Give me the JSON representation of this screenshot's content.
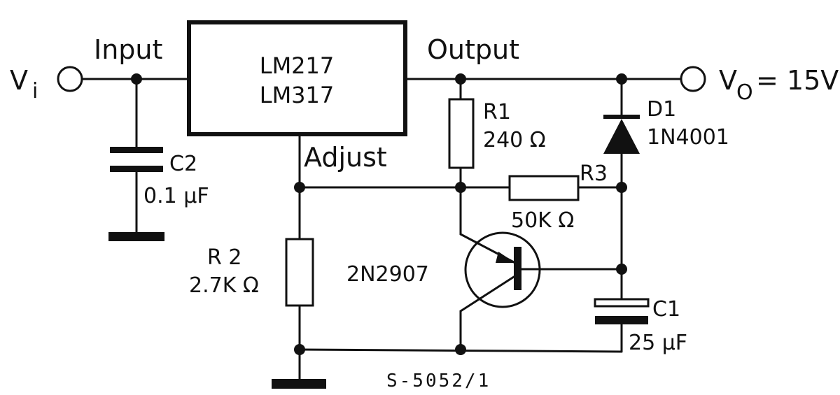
{
  "regulator": {
    "line1": "LM217",
    "line2": "LM317"
  },
  "pins": {
    "input": "Input",
    "output": "Output",
    "adjust": "Adjust"
  },
  "terminals": {
    "vin_main": "V",
    "vin_sub": "i",
    "vout_main": "V",
    "vout_sub": "O",
    "vout_value": "= 15V"
  },
  "c2": {
    "name": "C2",
    "value": "0.1 µF"
  },
  "r1": {
    "name": "R1",
    "value": "240 Ω"
  },
  "r2": {
    "name": "R 2",
    "value": "2.7K Ω"
  },
  "r3": {
    "name": "R3",
    "value": "50K Ω"
  },
  "d1": {
    "name": "D1",
    "value": "1N4001"
  },
  "q1": {
    "name": "2N2907"
  },
  "c1": {
    "name": "C1",
    "value": "25 µF"
  },
  "figure_code": "S-5052/1"
}
